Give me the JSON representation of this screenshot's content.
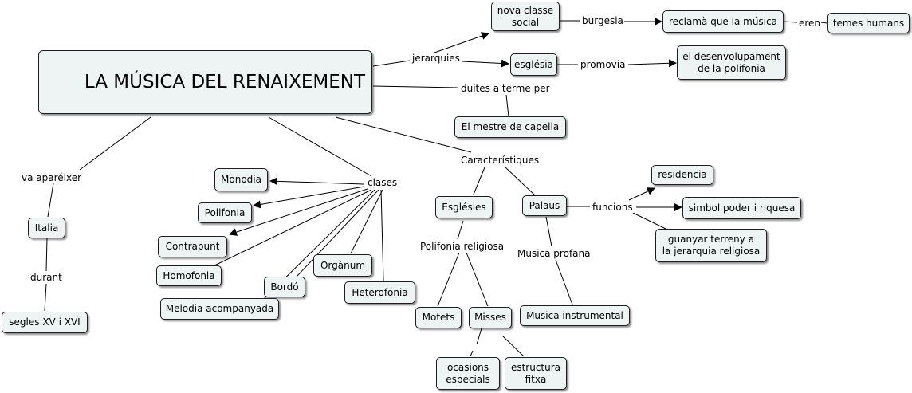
{
  "title": "LA MÚSICA DEL RENAIXEMENT",
  "concepts": {
    "nova_classe_social": "nova classe\nsocial",
    "reclama_musica": "reclamà que la música",
    "temes_humans": "temes humans",
    "eglesia": "església",
    "desenvolupament_polifonia": "el desenvolupament\nde la polifonia",
    "mestre_capella": "El mestre de capella",
    "italia": "Italia",
    "segles": "segles XV i XVI",
    "monodia": "Monodia",
    "polifonia": "Polifonia",
    "contrapunt": "Contrapunt",
    "homofonia": "Homofonia",
    "melodia_acompanyada": "Melodia acompanyada",
    "bordo": "Bordó",
    "organum": "Orgànum",
    "heterofonia": "Heterofónia",
    "esglesies": "Esglésies",
    "palaus": "Palaus",
    "residencia": "residencia",
    "simbol_poder": "simbol poder i riquesa",
    "guanyar_terreny": "guanyar terreny a\nla jerarquia religiosa",
    "motets": "Motets",
    "misses": "Misses",
    "musica_instrumental": "Musica instrumental",
    "ocasions_especials": "ocasions\nespecials",
    "estructura_fitxa": "estructura\nfitxa"
  },
  "link_labels": {
    "jerarquies": "jerarquies",
    "burgesia": "burgesia",
    "eren": "eren",
    "promovia": "promovia",
    "duites": "duites a terme per",
    "va_apareixer": "va aparéixer",
    "durant": "durant",
    "clases": "clases",
    "caracteristiques": "Característiques",
    "polifonia_religiosa": "Polifonia religiosa",
    "musica_profana": "Musica profana",
    "funcions": "funcions"
  }
}
